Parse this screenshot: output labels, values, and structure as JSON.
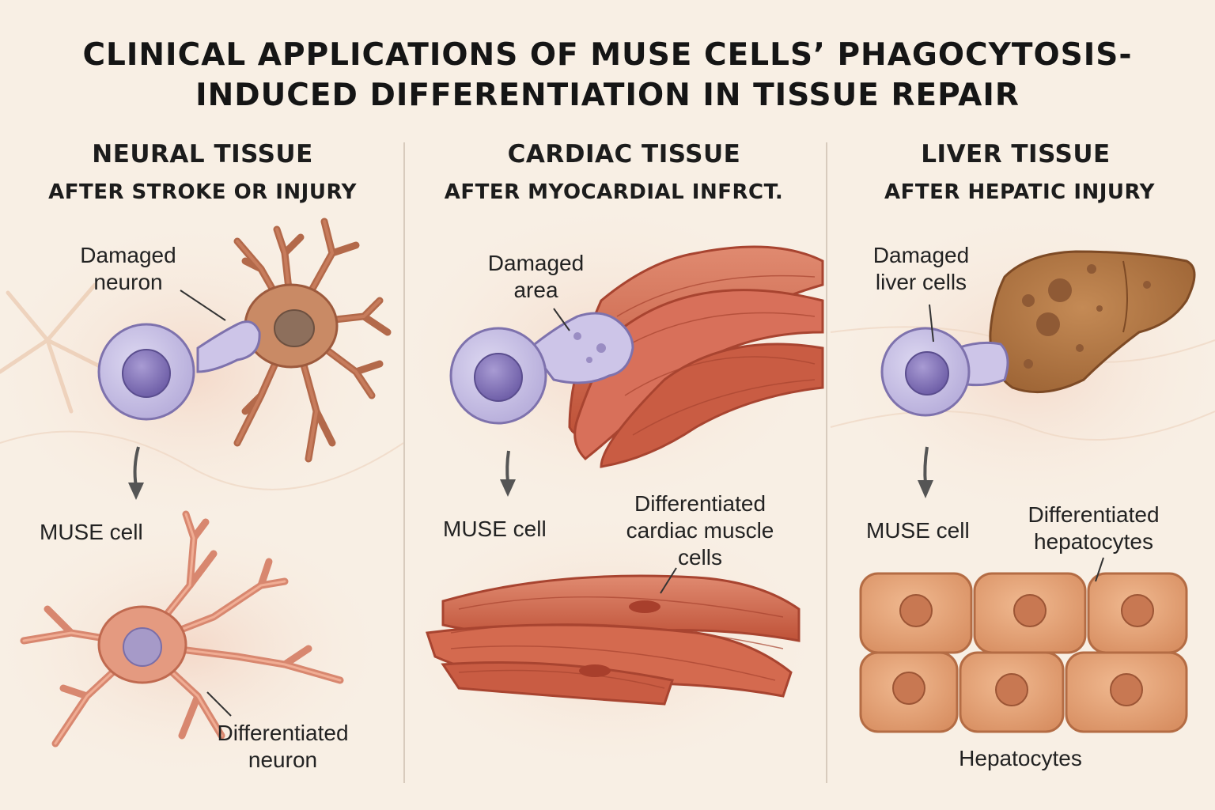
{
  "title": {
    "line1": "CLINICAL APPLICATIONS OF MUSE CELLS’ PHAGOCYTOSIS-",
    "line2": "INDUCED DIFFERENTIATION IN TISSUE REPAIR"
  },
  "panels": [
    {
      "heading": "NEURAL TISSUE",
      "subheading": "AFTER STROKE OR INJURY",
      "damaged_label": [
        "Damaged",
        "neuron"
      ],
      "muse_label": "MUSE cell",
      "result_label": [
        "Differentiated",
        "neuron"
      ]
    },
    {
      "heading": "CARDIAC TISSUE",
      "subheading": "AFTER MYOCARDIAL INFRCT.",
      "damaged_label": [
        "Damaged",
        "area"
      ],
      "muse_label": "MUSE cell",
      "result_label": [
        "Differentiated",
        "cardiac muscle",
        "cells"
      ]
    },
    {
      "heading": "LIVER TISSUE",
      "subheading": "AFTER HEPATIC INJURY",
      "damaged_label": [
        "Damaged",
        "liver cells"
      ],
      "muse_label": "MUSE cell",
      "result_label": [
        "Differentiated",
        "hepatocytes"
      ],
      "bottom_label": "Hepatocytes"
    }
  ],
  "colors": {
    "background": "#f8efe4",
    "muse_cell": "#c9c2e6",
    "muse_nucleus": "#8f80c2",
    "neuron": "#c77c5c",
    "cardiac_muscle": "#cf6a4f",
    "liver": "#b67a45",
    "hepatocyte": "#e8a97c"
  }
}
